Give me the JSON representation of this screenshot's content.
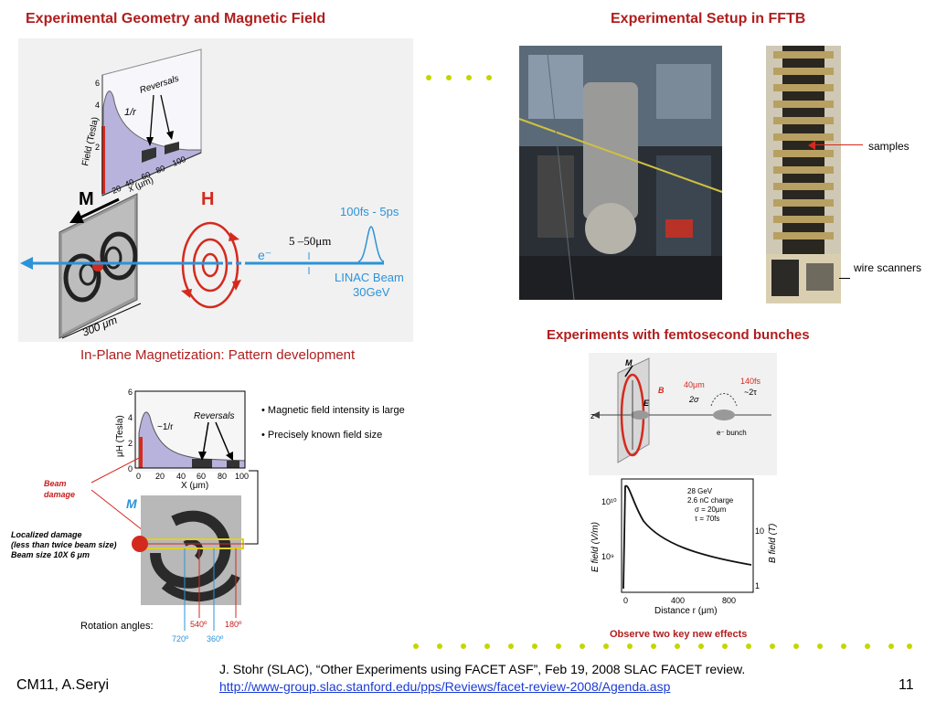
{
  "left_top": {
    "title": "Experimental Geometry and Magnetic Field",
    "graph": {
      "ylabel": "Field (Tesla)",
      "xlabel": "x (μm)",
      "y_ticks": [
        "2",
        "4",
        "6"
      ],
      "x_ticks": [
        "20",
        "40",
        "60",
        "80",
        "100"
      ],
      "curve_label": "1/r",
      "reversals_label": "Reversals"
    },
    "labels": {
      "M": "M",
      "H": "H",
      "electron": "e⁻",
      "spot_size": "5 –50μm",
      "pulse": "100fs - 5ps",
      "linac1": "LINAC Beam",
      "linac2": "30GeV",
      "scale": "300 μm"
    }
  },
  "right_top": {
    "title": "Experimental Setup in FFTB",
    "labels": {
      "samples": "samples",
      "wire_scanners": "wire scanners"
    }
  },
  "left_bottom": {
    "title": "In-Plane Magnetization: Pattern development",
    "bullets": [
      "• Magnetic field intensity is large",
      "• Precisely known field size"
    ],
    "graph": {
      "ylabel": "μH (Tesla)",
      "xlabel": "X (μm)",
      "y_ticks": [
        "0",
        "2",
        "4",
        "6"
      ],
      "x_ticks": [
        "0",
        "20",
        "40",
        "60",
        "80",
        "100"
      ],
      "curve_label": "~1/r",
      "reversals_label": "Reversals"
    },
    "labels": {
      "beam_damage": "Beam damage",
      "M": "M",
      "localized1": "Localized damage",
      "localized2": "(less than twice beam size)",
      "localized3": "Beam size 10X 6 μm",
      "rotation": "Rotation angles:",
      "a540": "540º",
      "a180": "180º",
      "a720": "720º",
      "a360": "360º"
    }
  },
  "right_bottom": {
    "title": "Experiments with femtosecond bunches",
    "diagram": {
      "M": "M",
      "B": "B",
      "E": "E",
      "z": "z",
      "size": "40μm",
      "sigma": "2σ",
      "time": "140fs",
      "tau": "~2τ",
      "bunch": "e⁻ bunch"
    },
    "graph": {
      "ylabel_left": "E field (V/m)",
      "ylabel_right": "B field (T)",
      "xlabel": "Distance r (μm)",
      "x_ticks": [
        "0",
        "400",
        "800"
      ],
      "y_left": [
        "10¹⁰",
        "10⁹"
      ],
      "y_right": [
        "10",
        "1"
      ],
      "legend": [
        "28 GeV",
        "2.6 nC charge",
        "σ = 20μm",
        "τ = 70fs"
      ]
    },
    "caption": "Observe two key new effects"
  },
  "footer": {
    "left": "CM11, A.Seryi",
    "citation": "J. Stohr (SLAC), “Other Experiments using FACET ASF”, Feb 19, 2008 SLAC FACET review.",
    "link": "http://www-group.slac.stanford.edu/pps/Reviews/facet-review-2008/Agenda.asp",
    "page": "11"
  },
  "colors": {
    "accent": "#b01e1e",
    "beam": "#2c93d8",
    "dots": "#c4d600",
    "curve_fill": "#b7b3dc"
  }
}
